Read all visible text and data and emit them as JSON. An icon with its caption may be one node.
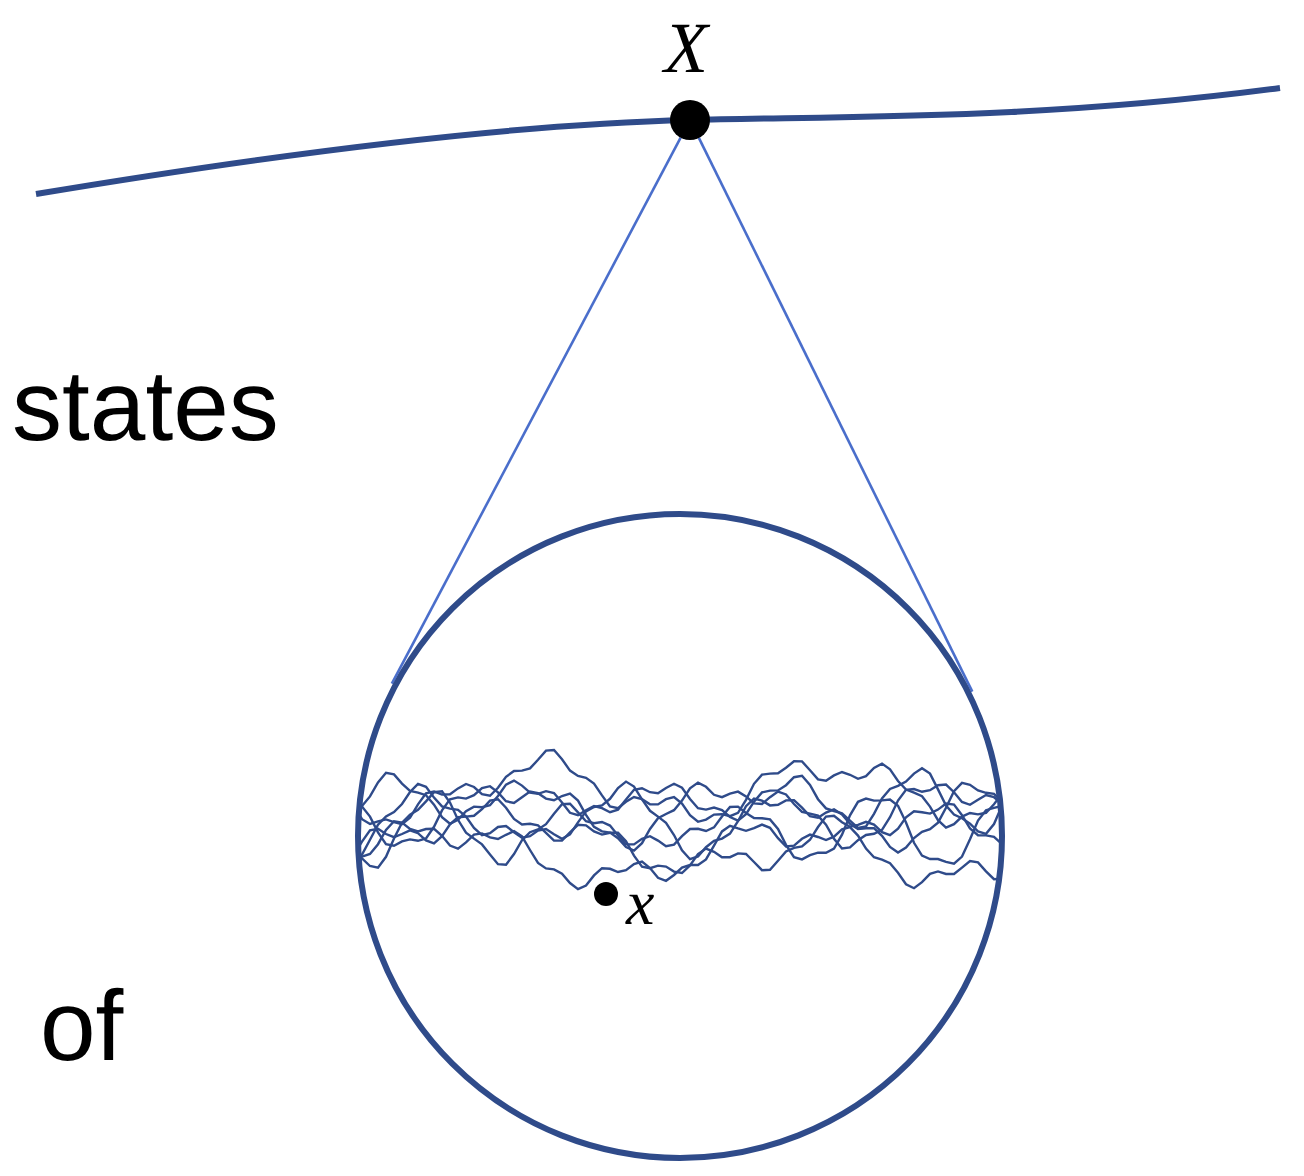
{
  "diagram": {
    "nodes": [
      {
        "text": [
          "X"
        ]
      },
      {
        "text": [],
        "shape": "circle"
      },
      {
        "text": [
          "x"
        ],
        "in": 1
      }
    ],
    "edges": [
      {
        "from": 0,
        "to": 1,
        "arrow": "none"
      },
      {
        "from": 0,
        "to": 1,
        "arrow": "none"
      }
    ],
    "labels": [
      "states",
      "of"
    ]
  }
}
